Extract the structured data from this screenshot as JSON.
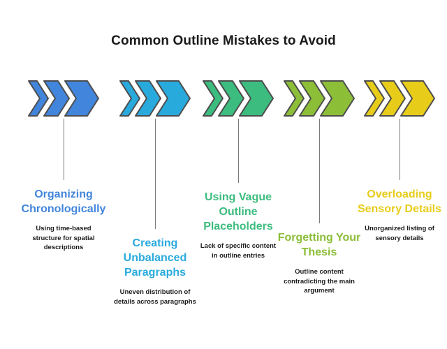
{
  "title": "Common Outline Mistakes to Avoid",
  "chart_data": {
    "type": "diagram",
    "diagram_style": "chevron-arrow-timeline",
    "title": "Common Outline Mistakes to Avoid",
    "item_count": 5,
    "background": "#ffffff",
    "items": [
      {
        "index": 1,
        "heading": "Organizing Chronologically",
        "description": "Using time-based structure for spatial descriptions",
        "color": "#4285dc",
        "stagger": "high"
      },
      {
        "index": 2,
        "heading": "Creating Unbalanced Paragraphs",
        "description": "Uneven distribution of details across paragraphs",
        "color": "#29aadd",
        "stagger": "low"
      },
      {
        "index": 3,
        "heading": "Using Vague Outline Placeholders",
        "description": "Lack of specific content in outline entries",
        "color": "#3cbc7e",
        "stagger": "high"
      },
      {
        "index": 4,
        "heading": "Forgetting Your Thesis",
        "description": "Outline content contradicting the main argument",
        "color": "#8cbe38",
        "stagger": "low"
      },
      {
        "index": 5,
        "heading": "Overloading Sensory Details",
        "description": "Unorganized listing of sensory details",
        "color": "#e8cc1a",
        "stagger": "high"
      }
    ]
  },
  "items": [
    {
      "heading": "Organizing Chronologically",
      "description": "Using time-based structure for spatial descriptions"
    },
    {
      "heading": "Creating Unbalanced Paragraphs",
      "description": "Uneven distribution of details across paragraphs"
    },
    {
      "heading": "Using Vague Outline Placeholders",
      "description": "Lack of specific content in outline entries"
    },
    {
      "heading": "Forgetting Your Thesis",
      "description": "Outline content contradicting the main argument"
    },
    {
      "heading": "Overloading Sensory Details",
      "description": "Unorganized listing of sensory details"
    }
  ],
  "colors": {
    "chevron_stroke": "#4d4d4d",
    "connector_line": "#7a7a7a",
    "title_text": "#1a1a1a",
    "description_text": "#1a1a1a",
    "item_1": "#4285dc",
    "item_2": "#29aadd",
    "item_3": "#3cbc7e",
    "item_4": "#8cbe38",
    "item_5": "#e8cc1a"
  }
}
